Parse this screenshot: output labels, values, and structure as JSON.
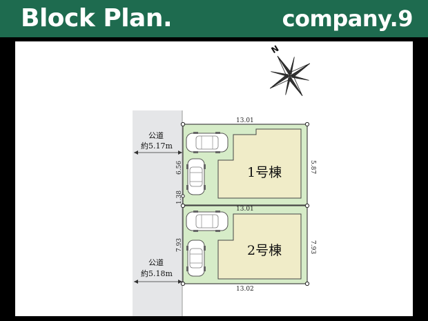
{
  "header": {
    "title": "Block Plan.",
    "company": "company.9",
    "background": "#1e6b4f"
  },
  "compass": {
    "label": "N"
  },
  "road": {
    "name_top": "公道",
    "width_top": "約5.17m",
    "name_bottom": "公道",
    "width_bottom": "約5.18m",
    "color": "#e5e6e8"
  },
  "lot1": {
    "label": "1号棟",
    "dim_top": "13.01",
    "dim_right": "5.87",
    "dim_left": "6.56",
    "dim_gap": "1.38",
    "dim_bottom": "13.01"
  },
  "lot2": {
    "label": "2号棟",
    "dim_right": "7.93",
    "dim_left": "7.93",
    "dim_bottom": "13.02"
  },
  "colors": {
    "lot_green": "#d6ecc8",
    "building": "#f0ecc8",
    "outline": "#444444"
  }
}
